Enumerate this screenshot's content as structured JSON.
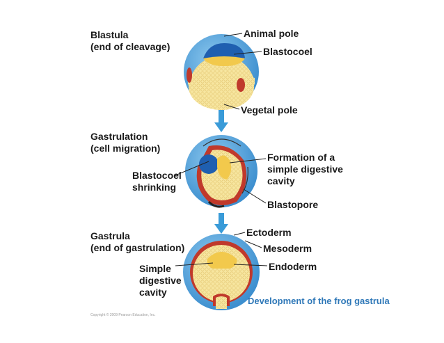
{
  "stages": [
    {
      "title": "Blastula\n(end of cleavage)",
      "labels": [
        "Animal pole",
        "Blastocoel",
        "Vegetal pole"
      ]
    },
    {
      "title": "Gastrulation\n(cell migration)",
      "labels": [
        "Blastocoel\nshrinking",
        "Formation of a\nsimple digestive\ncavity",
        "Blastopore"
      ]
    },
    {
      "title": "Gastrula\n(end of gastrulation)",
      "labels": [
        "Ectoderm",
        "Mesoderm",
        "Simple\ndigestive\ncavity",
        "Endoderm"
      ]
    }
  ],
  "caption": "Development of the frog gastrula",
  "copyright": "Copyright © 2009 Pearson Education, Inc.",
  "colors": {
    "ectoderm_blue": "#5aa8dc",
    "mesoderm_red": "#c0392b",
    "yolk": "#f7e6a0",
    "blastocoel_blue": "#1f5fb0",
    "arrow_blue": "#3a9bd8",
    "caption_blue": "#2f78b8"
  }
}
